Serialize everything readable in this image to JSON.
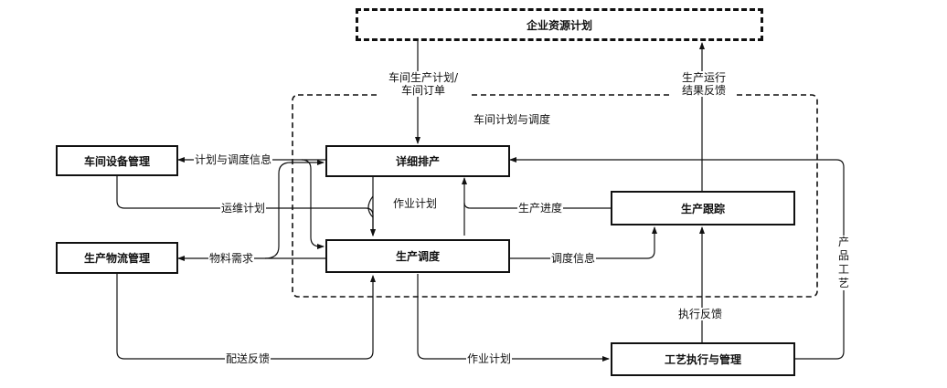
{
  "nodes": {
    "erp": "企业资源计划",
    "detailed_scheduling": "详细排产",
    "production_dispatch": "生产调度",
    "production_tracking": "生产跟踪",
    "equipment_mgmt": "车间设备管理",
    "logistics_mgmt": "生产物流管理",
    "process_execution": "工艺执行与管理"
  },
  "region": {
    "title": "车间计划与调度"
  },
  "edges": {
    "workshop_plan_order_line1": "车间生产计划/",
    "workshop_plan_order_line2": "车间订单",
    "production_result_line1": "生产运行",
    "production_result_line2": "结果反馈",
    "plan_and_dispatch_info": "计划与调度信息",
    "maintenance_plan": "运维计划",
    "material_demand": "物料需求",
    "job_plan_inner": "作业计划",
    "production_progress": "生产进度",
    "dispatch_info": "调度信息",
    "execution_feedback": "执行反馈",
    "delivery_feedback": "配送反馈",
    "job_plan_bottom": "作业计划",
    "product_process": "产品工艺"
  }
}
